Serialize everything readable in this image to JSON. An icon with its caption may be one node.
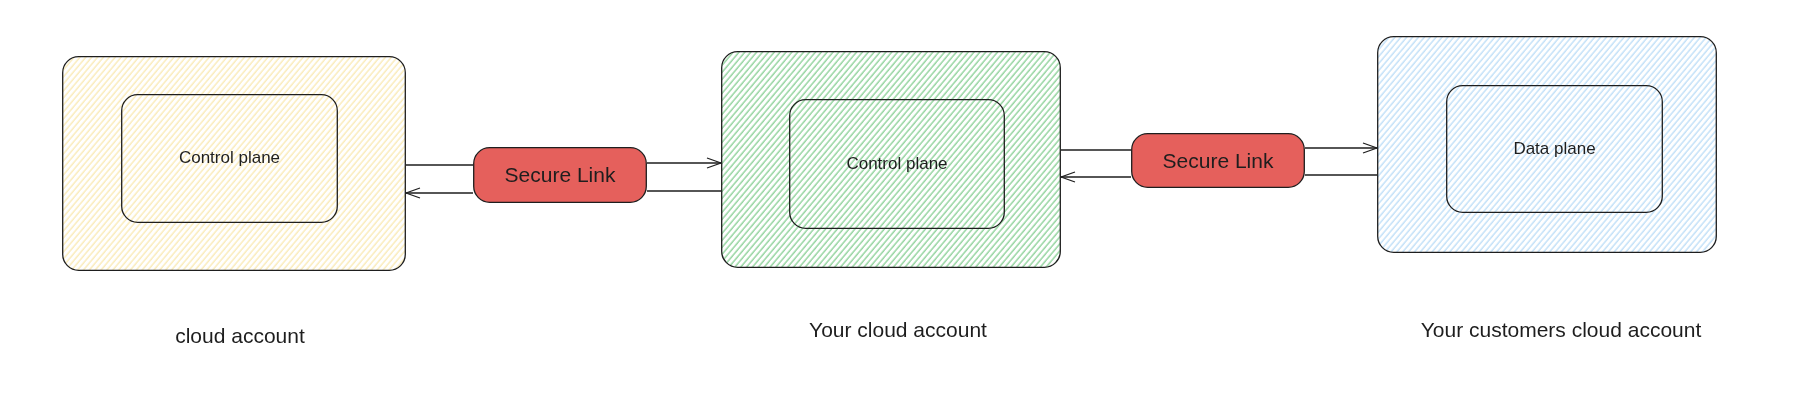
{
  "diagram": {
    "nodes": [
      {
        "text": [],
        "shape": "box",
        "beside": [
          "cloud account"
        ]
      },
      {
        "text": [
          "Control plane"
        ],
        "in": 0
      },
      {
        "text": [
          "Secure Link"
        ]
      },
      {
        "text": [],
        "shape": "box",
        "beside": [
          "Your cloud account"
        ]
      },
      {
        "text": [
          "Control plane"
        ],
        "in": 3
      },
      {
        "text": [
          "Secure Link"
        ]
      },
      {
        "text": [],
        "shape": "box",
        "beside": [
          "Your customers cloud account"
        ]
      },
      {
        "text": [
          "Data plane"
        ],
        "in": 6
      }
    ],
    "edges": [
      {
        "from": 0,
        "to": 2,
        "arrow": "none"
      },
      {
        "from": 2,
        "to": 3,
        "arrow": "to"
      },
      {
        "from": 3,
        "to": 2,
        "arrow": "none"
      },
      {
        "from": 2,
        "to": 0,
        "arrow": "to"
      },
      {
        "from": 3,
        "to": 5,
        "arrow": "none"
      },
      {
        "from": 5,
        "to": 6,
        "arrow": "to"
      },
      {
        "from": 6,
        "to": 5,
        "arrow": "none"
      },
      {
        "from": 5,
        "to": 3,
        "arrow": "to"
      }
    ]
  }
}
